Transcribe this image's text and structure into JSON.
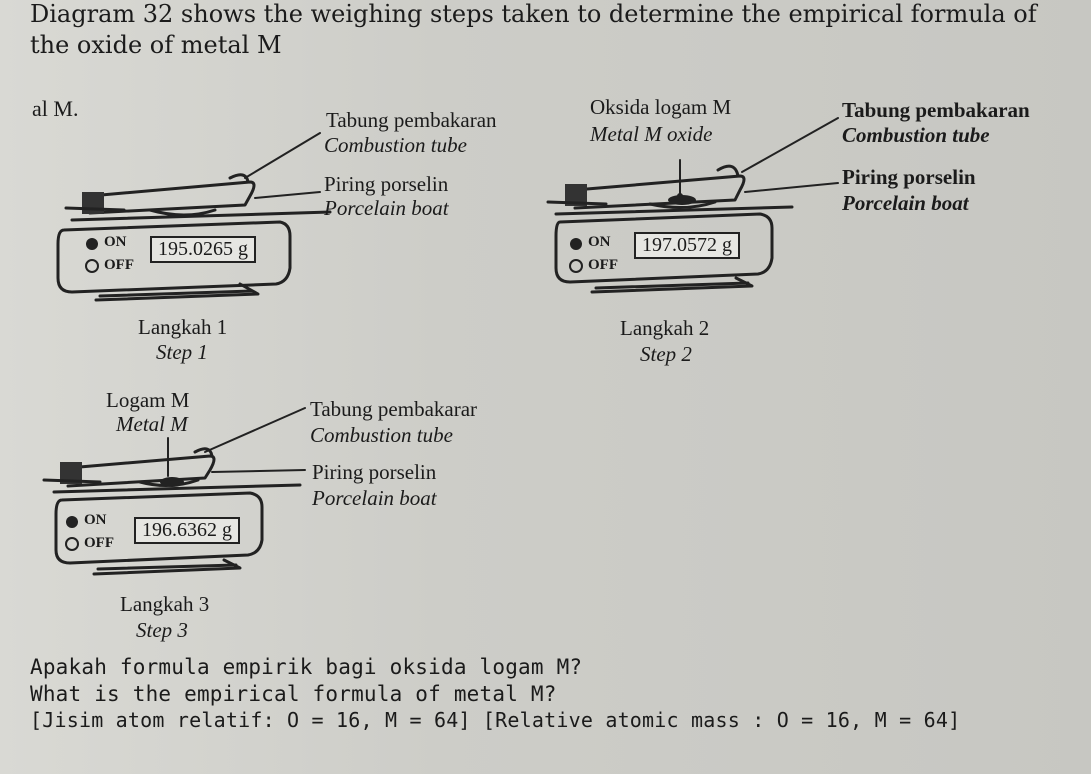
{
  "header": {
    "line1": "Diagram 32 shows the weighing steps taken to determine the empirical formula of",
    "line2": "the oxide of metal M",
    "partial_line": "al M."
  },
  "step1": {
    "tube_malay": "Tabung pembakaran",
    "tube_english": "Combustion tube",
    "boat_malay": "Piring porselin",
    "boat_english": "Porcelain boat",
    "on_label": "ON",
    "off_label": "OFF",
    "reading": "195.0265 g",
    "step_malay": "Langkah 1",
    "step_english": "Step 1"
  },
  "step2": {
    "oxide_malay": "Oksida logam M",
    "oxide_english": "Metal M oxide",
    "tube_malay": "Tabung pembakaran",
    "tube_english": "Combustion tube",
    "boat_malay": "Piring porselin",
    "boat_english": "Porcelain boat",
    "on_label": "ON",
    "off_label": "OFF",
    "reading": "197.0572 g",
    "step_malay": "Langkah 2",
    "step_english": "Step 2"
  },
  "step3": {
    "metal_malay": "Logam M",
    "metal_english": "Metal M",
    "tube_malay": "Tabung pembakarar",
    "tube_english": "Combustion tube",
    "boat_malay": "Piring porselin",
    "boat_english": "Porcelain boat",
    "on_label": "ON",
    "off_label": "OFF",
    "reading": "196.6362 g",
    "step_malay": "Langkah 3",
    "step_english": "Step 3"
  },
  "question": {
    "malay": "Apakah formula empirik bagi oksida logam M?",
    "english": "What is the empirical formula of metal M?",
    "atomic_mass": "[Jisim atom relatif: O = 16, M = 64] [Relative atomic mass : O = 16, M = 64]"
  }
}
